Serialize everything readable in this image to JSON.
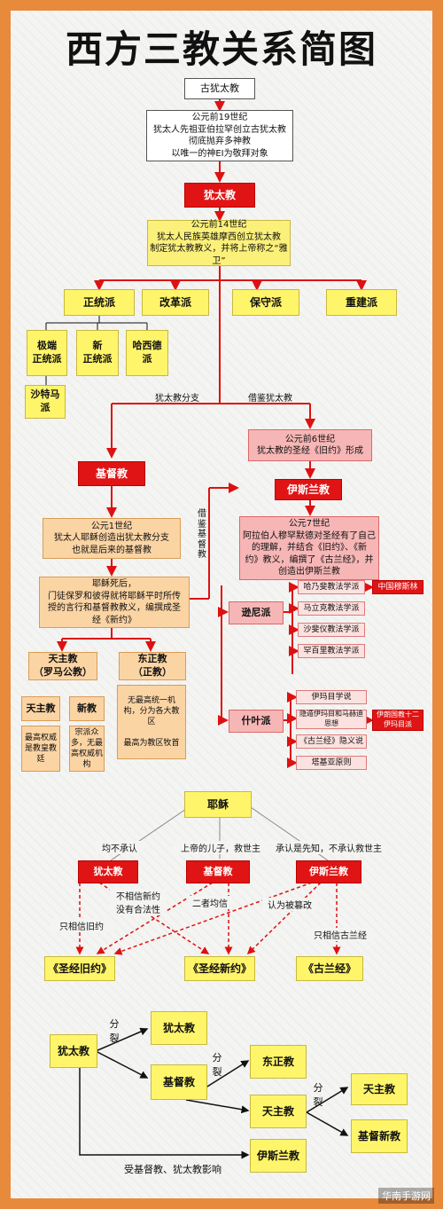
{
  "title": "西方三教关系简图",
  "nodes": {
    "ancient_judaism": "古犹太教",
    "bc19": "公元前19世纪\n犹太人先祖亚伯拉罕创立古犹太教\n彻底抛弃多神教\n以唯一的神EI为敬拜对象",
    "judaism": "犹太教",
    "bc14": "公元前14世纪\n犹太人民族英雄摩西创立犹太教\n制定犹太教教义，并将上帝称之“雅\n卫”",
    "orthodox": "正统派",
    "reform": "改革派",
    "conservative": "保守派",
    "reconstruction": "重建派",
    "ultra_orthodox": "极端\n正统派",
    "neo_orthodox": "新\n正统派",
    "hasidic": "哈西德\n派",
    "satmar": "沙特马\n派",
    "branch_label": "犹太教分支",
    "borrow_label": "借鉴犹太教",
    "christianity": "基督教",
    "bc6": "公元前6世纪\n犹太教的圣经《旧约》形成",
    "islam": "伊斯兰教",
    "borrow_christ_label": "借鉴基督教",
    "ad1": "公元1世纪\n犹太人耶稣创造出犹太教分支\n也就是后来的基督教",
    "ad7": "公元7世纪\n阿拉伯人穆罕默德对圣经有了自己\n的理解，并结合《旧约》、《新\n约》教义，编撰了《古兰经》，并\n创造出伊斯兰教",
    "after_jesus": "耶稣死后，\n门徒保罗和彼得就将耶稣平时所传\n授的言行和基督教教义，编撰成圣\n经《新约》",
    "catholic": "天主教\n（罗马公教）",
    "eastern": "东正教\n（正教）",
    "cath_main": "天主教",
    "protestant": "新教",
    "pope_desc": "最高权威\n是教皇教\n廷",
    "prot_desc": "宗派众\n多，无最\n高权威机\n构",
    "east_desc": "无最高统一机\n构，分为各大教\n区\n\n最高为教区牧首",
    "sunni": "逊尼派",
    "shia": "什叶派",
    "hanafi": "哈乃斐教法学派",
    "maliki": "马立克教法学派",
    "shafii": "沙斐仪教法学派",
    "hanbali": "罕百里教法学派",
    "china_muslim": "中国穆斯林",
    "imam": "伊玛目学说",
    "hidden_imam": "隐遁伊玛目和马赫迪\n思想",
    "twelver": "伊朗国教十二\n伊玛目派",
    "quran_theory": "《古兰经》隐义说",
    "taqiyya": "塔基亚原则",
    "jesus": "耶稣",
    "not_recognize": "均不承认",
    "son_of_god": "上帝的儿子，救世主",
    "prophet": "承认是先知，不承认救世主",
    "j2": "犹太教",
    "c2": "基督教",
    "i2": "伊斯兰教",
    "not_believe_nt": "不相信新约\n没有合法性",
    "both_believe": "二者均信",
    "tampered": "认为被篡改",
    "only_ot": "只相信旧约",
    "only_quran": "只相信古兰经",
    "bible_ot": "《圣经旧约》",
    "bible_nt": "《圣经新约》",
    "quran": "《古兰经》",
    "split1": "分\n裂",
    "split2": "分\n裂",
    "split3": "分\n裂",
    "b_judaism": "犹太教",
    "b_judaism2": "犹太教",
    "b_christ": "基督教",
    "b_east": "东正教",
    "b_cath": "天主教",
    "b_cath2": "天主教",
    "b_prot": "基督新教",
    "b_islam": "伊斯兰教",
    "influence": "受基督教、犹太教影响"
  },
  "watermark": "华南手游网",
  "colors": {
    "frame": "#e88a3c",
    "red": "#e01414",
    "yellow": "#fbf07a"
  }
}
